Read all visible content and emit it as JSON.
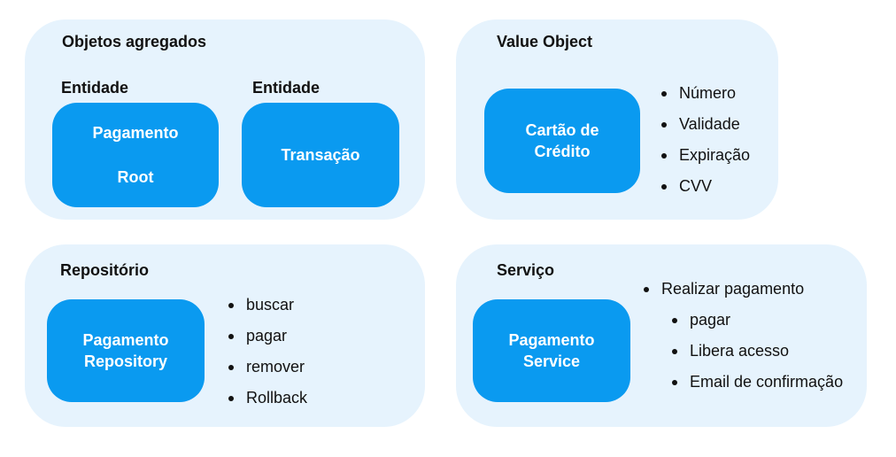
{
  "aggregates": {
    "title": "Objetos agregados",
    "entity_label_1": "Entidade",
    "entity_label_2": "Entidade",
    "root_node": {
      "line1": "Pagamento",
      "line2": "Root"
    },
    "transaction_node": {
      "label": "Transação"
    }
  },
  "value_object": {
    "title": "Value Object",
    "node": {
      "line1": "Cartão de",
      "line2": "Crédito"
    },
    "items": [
      "Número",
      "Validade",
      "Expiração",
      "CVV"
    ]
  },
  "repository": {
    "title": "Repositório",
    "node": {
      "line1": "Pagamento",
      "line2": "Repository"
    },
    "items": [
      "buscar",
      "pagar",
      "remover",
      "Rollback"
    ]
  },
  "service": {
    "title": "Serviço",
    "node": {
      "line1": "Pagamento",
      "line2": "Service"
    },
    "main_item": "Realizar pagamento",
    "sub_items": [
      "pagar",
      "Libera acesso",
      "Email de confirmação"
    ]
  },
  "colors": {
    "panel_background": "#e6f3fd",
    "node_fill": "#0a9af0",
    "node_text": "#ffffff",
    "text": "#111111"
  }
}
